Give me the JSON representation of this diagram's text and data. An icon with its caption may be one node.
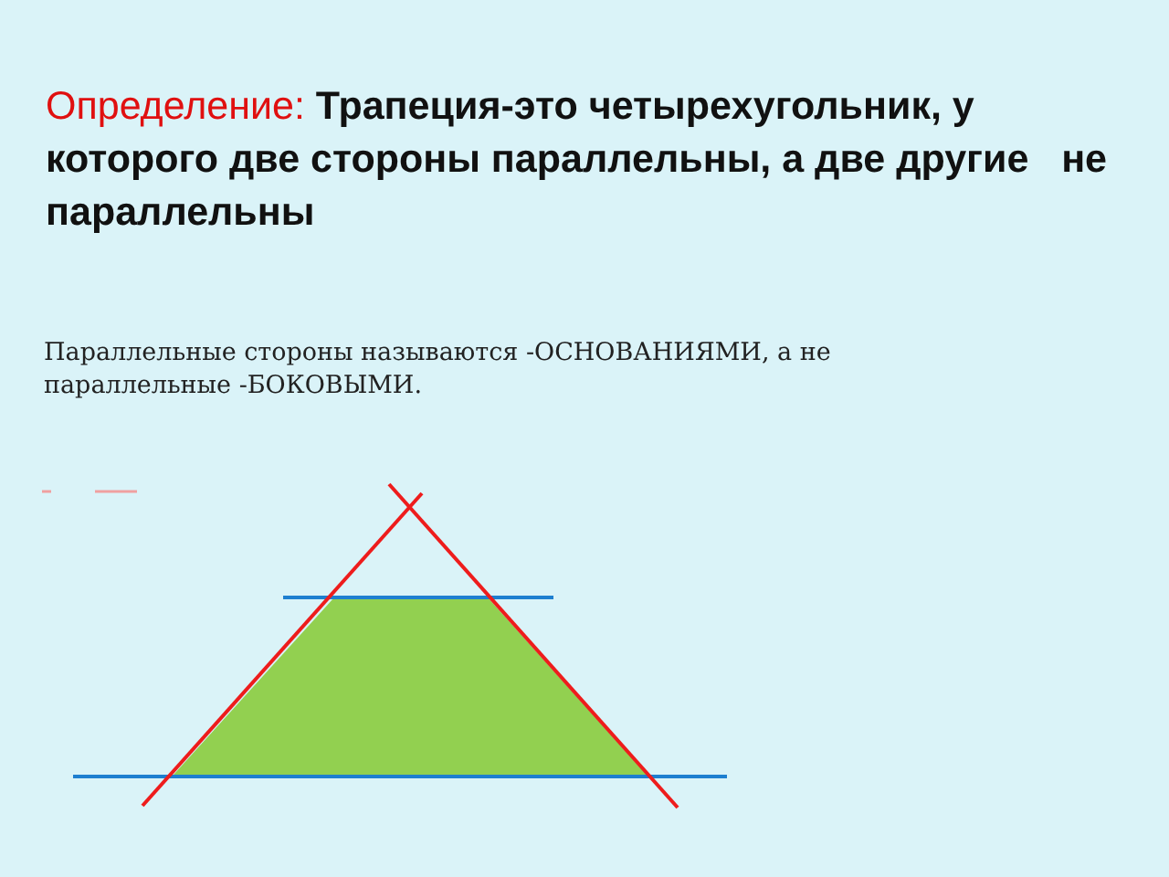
{
  "diagram": {
    "labels": [
      "Определение:",
      "Трапеция-это четырехугольник, у которого две стороны параллельны, а две другие   не параллельны",
      "Параллельные стороны называются -ОСНОВАНИЯМИ, а не параллельные -БОКОВЫМИ."
    ]
  }
}
